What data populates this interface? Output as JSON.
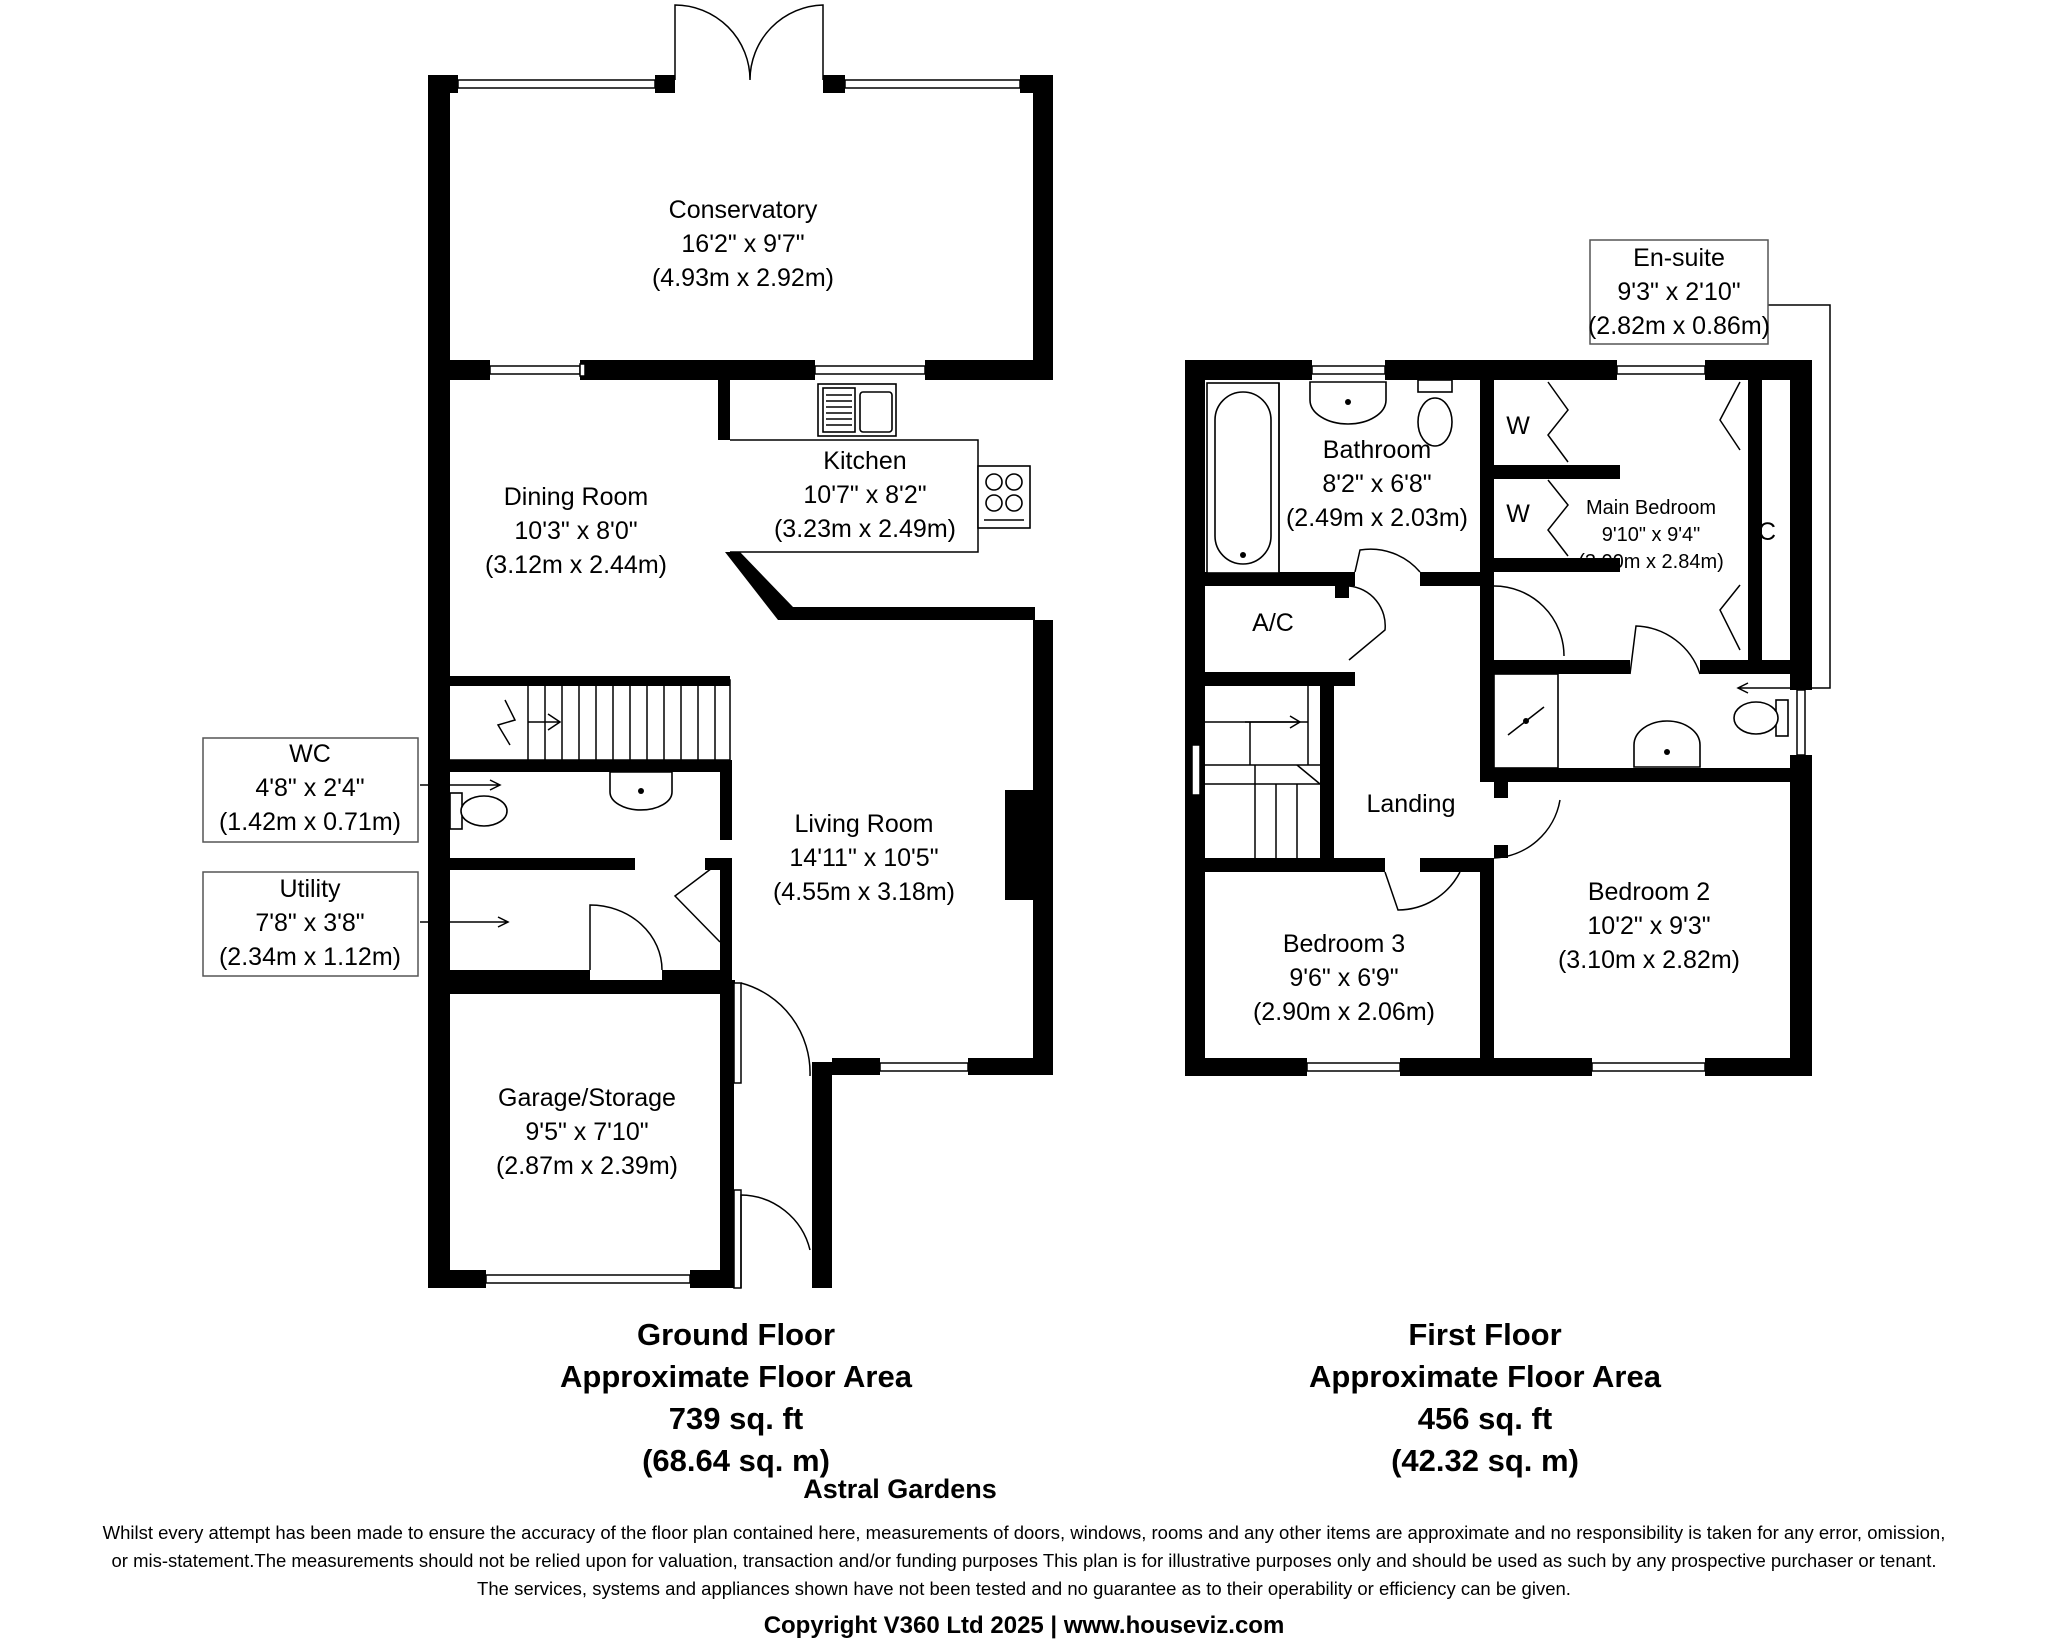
{
  "ground_floor": {
    "rooms": {
      "conservatory": {
        "name": "Conservatory",
        "imperial": "16'2\" x 9'7\"",
        "metric": "(4.93m x 2.92m)"
      },
      "dining_room": {
        "name": "Dining Room",
        "imperial": "10'3\" x 8'0\"",
        "metric": "(3.12m x 2.44m)"
      },
      "kitchen": {
        "name": "Kitchen",
        "imperial": "10'7\" x 8'2\"",
        "metric": "(3.23m x 2.49m)"
      },
      "living_room": {
        "name": "Living Room",
        "imperial": "14'11\" x 10'5\"",
        "metric": "(4.55m x 3.18m)"
      },
      "wc": {
        "name": "WC",
        "imperial": "4'8\" x 2'4\"",
        "metric": "(1.42m x 0.71m)"
      },
      "utility": {
        "name": "Utility",
        "imperial": "7'8\" x 3'8\"",
        "metric": "(2.34m x 1.12m)"
      },
      "garage": {
        "name": "Garage/Storage",
        "imperial": "9'5\" x 7'10\"",
        "metric": "(2.87m x 2.39m)"
      }
    },
    "title": "Ground Floor",
    "area_label": "Approximate Floor Area",
    "area_sqft": "739 sq. ft",
    "area_sqm": "(68.64 sq. m)"
  },
  "first_floor": {
    "rooms": {
      "ensuite": {
        "name": "En-suite",
        "imperial": "9'3\" x 2'10\"",
        "metric": "(2.82m x 0.86m)"
      },
      "bathroom": {
        "name": "Bathroom",
        "imperial": "8'2\" x 6'8\"",
        "metric": "(2.49m x 2.03m)"
      },
      "main_bedroom": {
        "name": "Main Bedroom",
        "imperial": "9'10\" x 9'4\"",
        "metric": "(3.00m x 2.84m)"
      },
      "bedroom_2": {
        "name": "Bedroom 2",
        "imperial": "10'2\" x 9'3\"",
        "metric": "(3.10m x 2.82m)"
      },
      "bedroom_3": {
        "name": "Bedroom 3",
        "imperial": "9'6\" x 6'9\"",
        "metric": "(2.90m x 2.06m)"
      },
      "landing": {
        "name": "Landing"
      },
      "airing_cupboard": {
        "name": "A/C"
      },
      "wardrobe_1": {
        "name": "W"
      },
      "wardrobe_2": {
        "name": "W"
      },
      "cupboard": {
        "name": "C"
      }
    },
    "title": "First Floor",
    "area_label": "Approximate Floor Area",
    "area_sqft": "456 sq. ft",
    "area_sqm": "(42.32 sq. m)"
  },
  "property_name": "Astral Gardens",
  "disclaimer": [
    "Whilst every attempt has been made to ensure the accuracy of the floor plan contained here, measurements of doors, windows, rooms and any other items are approximate and no responsibility is taken for any error, omission,",
    "or mis-statement.The measurements should not be relied upon for valuation, transaction and/or funding purposes This plan is for illustrative purposes only and should be used as such by any prospective purchaser or tenant.",
    "The services, systems and appliances shown have not been tested and no guarantee as to their operability or efficiency can be given."
  ],
  "copyright": "Copyright V360 Ltd 2025 | www.houseviz.com"
}
